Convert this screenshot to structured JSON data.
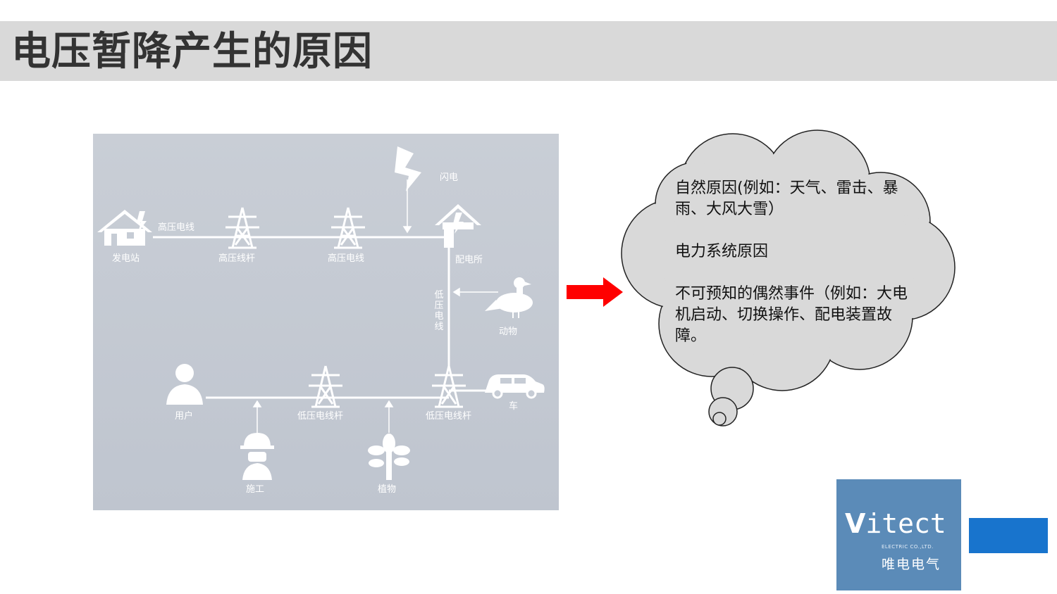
{
  "slide": {
    "title": "电压暂降产生的原因"
  },
  "diagram": {
    "labels": {
      "lightning": "闪电",
      "power_plant": "发电站",
      "hv_line": "高压电线",
      "hv_pole": "高压线杆",
      "hv_wire": "高压电线",
      "substation": "配电所",
      "lv_line_vertical": "低压电线",
      "animal": "动物",
      "user": "用户",
      "lv_pole_left": "低压电线杆",
      "lv_pole_right": "低压电线杆",
      "car": "车",
      "construction": "施工",
      "plant": "植物"
    }
  },
  "cloud": {
    "paragraphs": [
      "自然原因(例如：天气、雷击、暴雨、大风大雪）",
      "电力系统原因",
      "不可预知的偶然事件（例如：大电机启动、切换操作、配电装置故障。"
    ]
  },
  "logo": {
    "mark": "V",
    "text": "itect",
    "subtitle": "ELECTRIC CO.,LTD.",
    "chinese": "唯电电气"
  },
  "colors": {
    "title_bar": "#d9d9d9",
    "arrow": "#ff0000",
    "cloud_fill": "#d9d9d9",
    "logo_bg": "#5b8bb8",
    "accent_blue": "#1874cd"
  }
}
